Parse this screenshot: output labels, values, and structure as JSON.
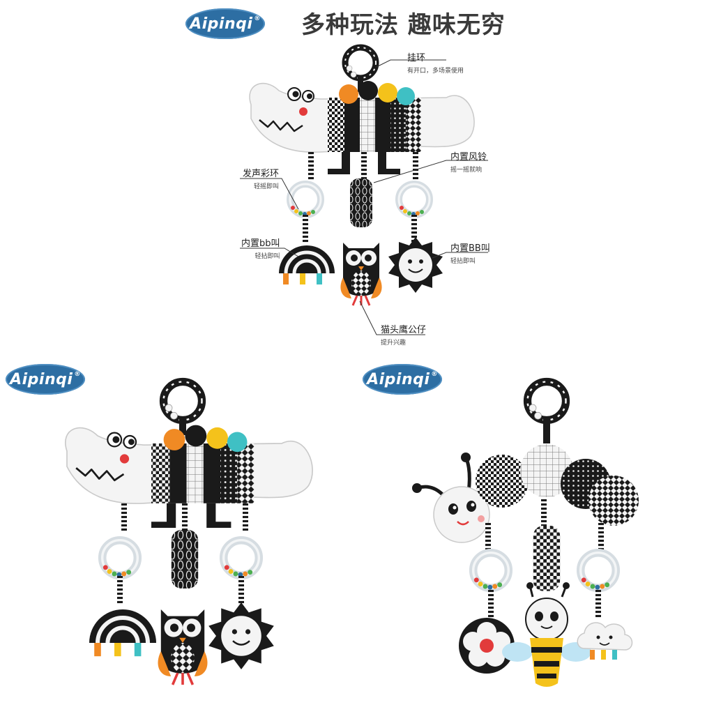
{
  "brand": {
    "name": "Aipinqi",
    "mark": "®",
    "color": "#2d6ea3"
  },
  "headline": "多种玩法 趣味无穷",
  "callouts": {
    "hanging_ring": {
      "title": "挂环",
      "desc": "有开口，多场景使用"
    },
    "wind_chime": {
      "title": "内置风铃",
      "desc": "摇一摇就响"
    },
    "rattle_ring": {
      "title": "发声彩环",
      "desc": "轻摇即叫"
    },
    "squeaker_left": {
      "title": "内置bb叫",
      "desc": "轻拈即叫"
    },
    "squeaker_right": {
      "title": "内置BB叫",
      "desc": "轻拈即叫"
    },
    "owl": {
      "title": "猫头鹰公仔",
      "desc": "提升兴趣"
    }
  },
  "colors": {
    "black": "#1a1a1a",
    "white": "#f4f4f4",
    "orange": "#f08a24",
    "yellow": "#f4c21b",
    "teal": "#3fc0c4",
    "red": "#e23b3b"
  }
}
